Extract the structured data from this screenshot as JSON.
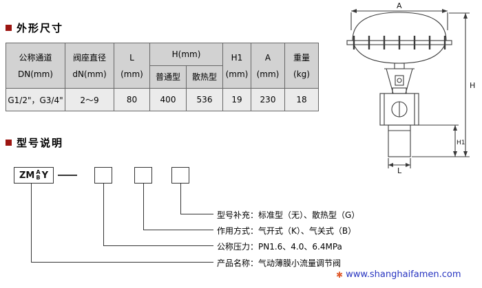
{
  "sections": {
    "dimensions_title": "外形尺寸",
    "model_title": "型号说明"
  },
  "table": {
    "headers": {
      "dn": "公称通道\nDN(mm)",
      "seat": "阀座直径\ndN(mm)",
      "l": "L\n(mm)",
      "h_group": "H(mm)",
      "h_normal": "普通型",
      "h_heat": "散热型",
      "h1": "H1\n(mm)",
      "a": "A\n(mm)",
      "weight": "重量\n(kg)"
    },
    "row": [
      "G1/2\"，G3/4\"",
      "2～9",
      "80",
      "400",
      "536",
      "19",
      "230",
      "18"
    ]
  },
  "model": {
    "code_prefix": "ZM",
    "code_a": "A",
    "code_b": "B",
    "code_y": "Y",
    "notes": [
      "型号补充：标准型（无）、散热型（G）",
      "作用方式：气开式（K）、气关式（B）",
      "公称压力：PN1.6、4.0、6.4MPa",
      "产品名称：气动薄膜小流量调节阀"
    ]
  },
  "drawing": {
    "dim_a": "A",
    "dim_h": "H",
    "dim_h1": "H1",
    "dim_l": "L"
  },
  "footer": {
    "logo_icon": "✱",
    "website": "www.shanghaifamen.com"
  },
  "colors": {
    "accent_red": "#9c1511",
    "table_header_bg": "#d2d2d2",
    "table_row_bg": "#ebebeb",
    "link_blue": "#2633c0"
  }
}
